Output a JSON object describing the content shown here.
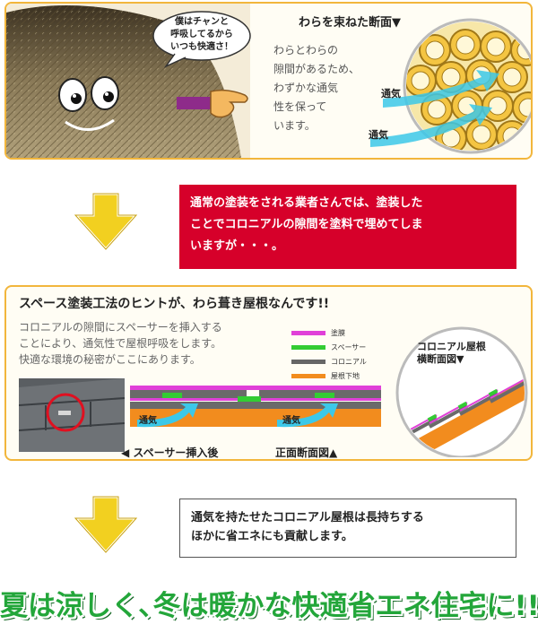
{
  "panel1": {
    "speech_lines": [
      "僕はチャンと",
      "呼吸してるから",
      "いつも快適さ！"
    ],
    "title": "わらを束ねた断面▼",
    "desc_lines": [
      "わらとわらの",
      "隙間があるため、",
      "わずかな通気",
      "性を保って",
      "います。"
    ],
    "airflow_label": "通気"
  },
  "red_note": {
    "lines": [
      "通常の塗装をされる業者さんでは、塗装した",
      "ことでコロニアルの隙間を塗料で埋めてしま",
      "いますが・・・。"
    ]
  },
  "panel2": {
    "title": "スペース塗装工法のヒントが、わら葺き屋根なんです!!",
    "desc_lines": [
      "コロニアルの隙間にスペーサーを挿入する",
      "ことにより、通気性で屋根呼吸をします。",
      "快適な環境の秘密がここにあります。"
    ],
    "legend": [
      {
        "label": "塗膜",
        "color": "#e040d8"
      },
      {
        "label": "スペーサー",
        "color": "#33cc33"
      },
      {
        "label": "コロニアル",
        "color": "#666666"
      },
      {
        "label": "屋根下地",
        "color": "#f28c1e"
      }
    ],
    "airflow_label": "通気",
    "caption_after": "◀ スペーサー挿入後",
    "caption_front": "正面断面図▲",
    "cross_title_lines": [
      "コロニアル屋根",
      "横断面図▼"
    ]
  },
  "note": {
    "lines": [
      "通気を持たせたコロニアル屋根は長持ちする",
      "ほかに省エネにも貢献します。"
    ]
  },
  "slogan": "夏は涼しく､冬は暖かな快適省エネ住宅に!!",
  "colors": {
    "panel_border": "#f2b63c",
    "red_note_bg": "#d6002a",
    "slogan_green": "#23a63a",
    "airflow_blue": "#3cc8e8",
    "straw_yellow": "#f4c542"
  }
}
